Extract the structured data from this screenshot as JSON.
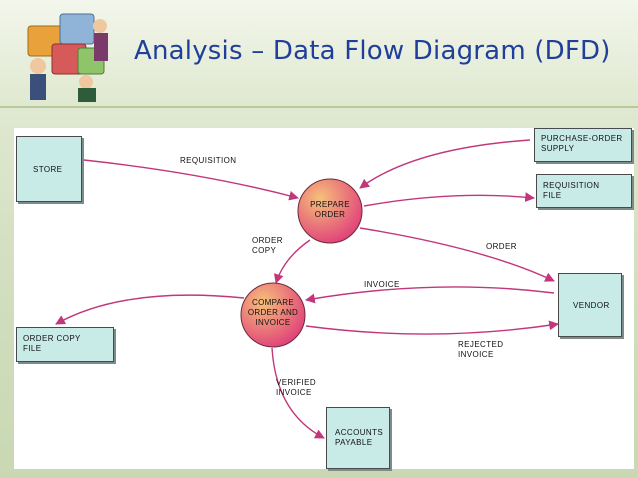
{
  "slide": {
    "title": "Analysis – Data Flow Diagram (DFD)",
    "logo": "puzzle-people-icon"
  },
  "diagram": {
    "entities": {
      "store": "STORE",
      "purchase_order_supply": "PURCHASE-ORDER\nSUPPLY",
      "requisition_file": "REQUISITION\nFILE",
      "vendor": "VENDOR",
      "order_copy_file": "ORDER COPY\nFILE",
      "accounts_payable": "ACCOUNTS\nPAYABLE"
    },
    "processes": {
      "prepare_order": "PREPARE\nORDER",
      "compare_order_invoice": "COMPARE\nORDER AND\nINVOICE"
    },
    "flows": {
      "requisition": "REQUISITION",
      "order_copy": "ORDER\nCOPY",
      "order": "ORDER",
      "invoice": "INVOICE",
      "rejected_invoice": "REJECTED\nINVOICE",
      "verified_invoice": "VERIFIED\nINVOICE"
    }
  },
  "colors": {
    "title": "#1f3f9a",
    "arrow": "#c2377b",
    "entity_fill": "#c8ebe8",
    "process_gradient_start": "#f6c07a",
    "process_gradient_end": "#e0407a"
  }
}
